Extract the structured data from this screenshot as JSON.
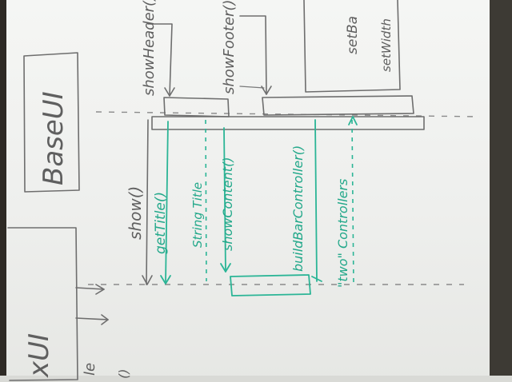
{
  "whiteboard": {
    "left_class_label": "xUI",
    "base_class_label": "BaseUI",
    "call_show": "show()",
    "call_show_header": "showHeader()",
    "call_show_footer": "showFooter()",
    "call_get_title": "getTitle()",
    "note_string_title": "String Title",
    "call_show_content": "showContent()",
    "call_build_bar_controller": "buildBarController()",
    "note_two_controllers": "\"two\" Controllers",
    "partial_set_bar": "setBa",
    "partial_set_width": "setWidth",
    "partial_left_paren": "()",
    "partial_left_le": "le",
    "colors": {
      "whiteboard": "#f2f3f1",
      "grey_ink": "#6e6e6e",
      "teal_ink": "#2bb596",
      "frame": "#3a3630"
    }
  }
}
